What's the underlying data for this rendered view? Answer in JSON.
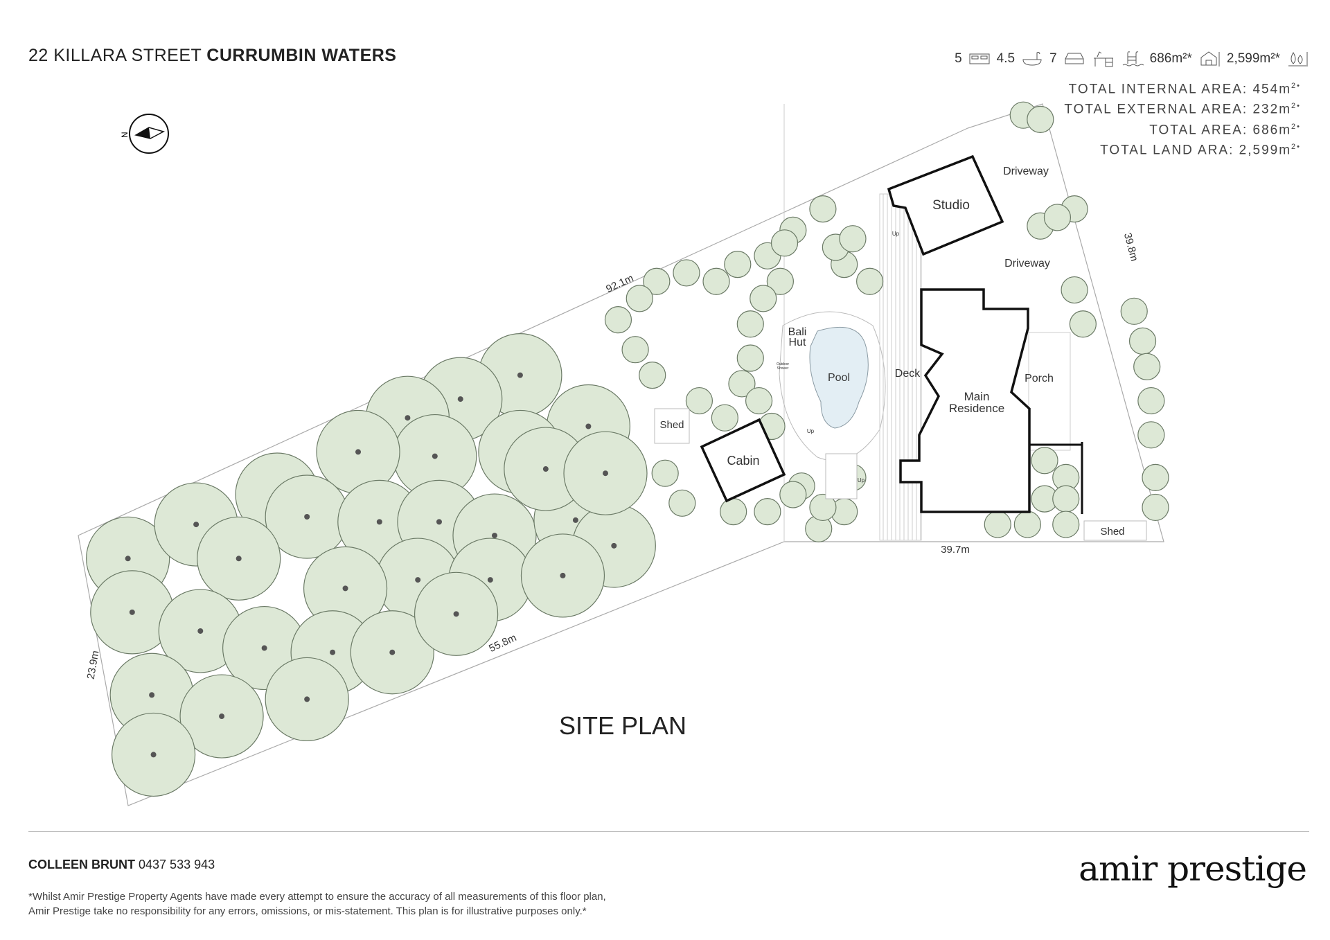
{
  "header": {
    "street": "22 KILLARA STREET",
    "suburb": "CURRUMBIN WATERS"
  },
  "stats": {
    "beds": "5",
    "baths": "4.5",
    "cars": "7",
    "house_area": "686m²*",
    "land_area": "2,599m²*",
    "icons": [
      "bed-icon",
      "bath-icon",
      "car-icon",
      "study-desk-icon",
      "pool-icon",
      "house-icon",
      "land-icon"
    ]
  },
  "totals": [
    {
      "label": "TOTAL INTERNAL AREA: 454m",
      "sup": "2•"
    },
    {
      "label": "TOTAL EXTERNAL AREA: 232m",
      "sup": "2•"
    },
    {
      "label": "TOTAL AREA: 686m",
      "sup": "2•"
    },
    {
      "label": "TOTAL LAND ARA: 2,599m",
      "sup": "2•"
    }
  ],
  "compass": {
    "label": "N"
  },
  "plan": {
    "title": "SITE PLAN",
    "labels": {
      "driveway1": "Driveway",
      "driveway2": "Driveway",
      "studio": "Studio",
      "main1": "Main",
      "main2": "Residence",
      "porch": "Porch",
      "deck": "Deck",
      "pool": "Pool",
      "bali1": "Bali",
      "bali2": "Hut",
      "shed1": "Shed",
      "shed2": "Shed",
      "cabin": "Cabin",
      "up1": "Up",
      "up2": "Up",
      "up3": "Up",
      "shower1": "Outdoor",
      "shower2": "Shower"
    },
    "dimensions": {
      "top": "92.1m",
      "right": "39.8m",
      "bottom_right": "39.7m",
      "bottom": "55.8m",
      "left": "23.9m"
    }
  },
  "footer": {
    "agent_name": "COLLEEN BRUNT",
    "agent_phone": "0437 533 943",
    "disclaimer1": "*Whilst Amir Prestige Property Agents have made every attempt to ensure the accuracy of all measurements of this floor plan,",
    "disclaimer2": "Amir Prestige take no responsibility for any errors, omissions, or mis-statement. This plan is for illustrative purposes only.*",
    "logo": "amir prestige"
  },
  "colors": {
    "tree_fill": "#dde8d6",
    "tree_stroke": "#6b7a66",
    "pool": "#e3eef4",
    "ink": "#111111"
  }
}
